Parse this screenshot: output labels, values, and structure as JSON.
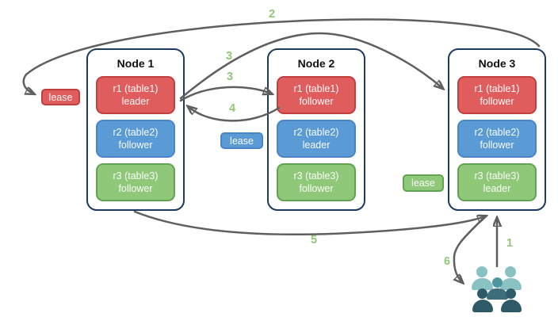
{
  "diagram": {
    "nodes": [
      {
        "title": "Node 1",
        "replicas": [
          {
            "name": "r1 (table1)",
            "role": "leader",
            "color": "#e05d5d"
          },
          {
            "name": "r2 (table2)",
            "role": "follower",
            "color": "#5b9bd5"
          },
          {
            "name": "r3 (table3)",
            "role": "follower",
            "color": "#8ec878"
          }
        ]
      },
      {
        "title": "Node 2",
        "replicas": [
          {
            "name": "r1 (table1)",
            "role": "follower",
            "color": "#e05d5d"
          },
          {
            "name": "r2 (table2)",
            "role": "leader",
            "color": "#5b9bd5"
          },
          {
            "name": "r3 (table3)",
            "role": "follower",
            "color": "#8ec878"
          }
        ]
      },
      {
        "title": "Node 3",
        "replicas": [
          {
            "name": "r1 (table1)",
            "role": "follower",
            "color": "#e05d5d"
          },
          {
            "name": "r2 (table2)",
            "role": "follower",
            "color": "#5b9bd5"
          },
          {
            "name": "r3 (table3)",
            "role": "leader",
            "color": "#8ec878"
          }
        ]
      }
    ],
    "leases": [
      {
        "label": "lease",
        "color": "#e05d5d"
      },
      {
        "label": "lease",
        "color": "#5b9bd5"
      },
      {
        "label": "lease",
        "color": "#8ec878"
      }
    ],
    "steps": [
      {
        "label": "2"
      },
      {
        "label": "3"
      },
      {
        "label": "3"
      },
      {
        "label": "4"
      },
      {
        "label": "5"
      },
      {
        "label": "1"
      },
      {
        "label": "6"
      }
    ],
    "colors": {
      "node_border": "#1d3a5f",
      "arrow": "#5f5f5f",
      "step_label": "#90c877",
      "red_fill": "#e05d5d",
      "red_border": "#c13f3f",
      "blue_fill": "#5b9bd5",
      "blue_border": "#4a86c6",
      "green_fill": "#8ec878",
      "green_border": "#61a351",
      "people_light": "#8ac2c4",
      "people_medium": "#4f96a0",
      "people_dark": "#2e5a68"
    }
  }
}
